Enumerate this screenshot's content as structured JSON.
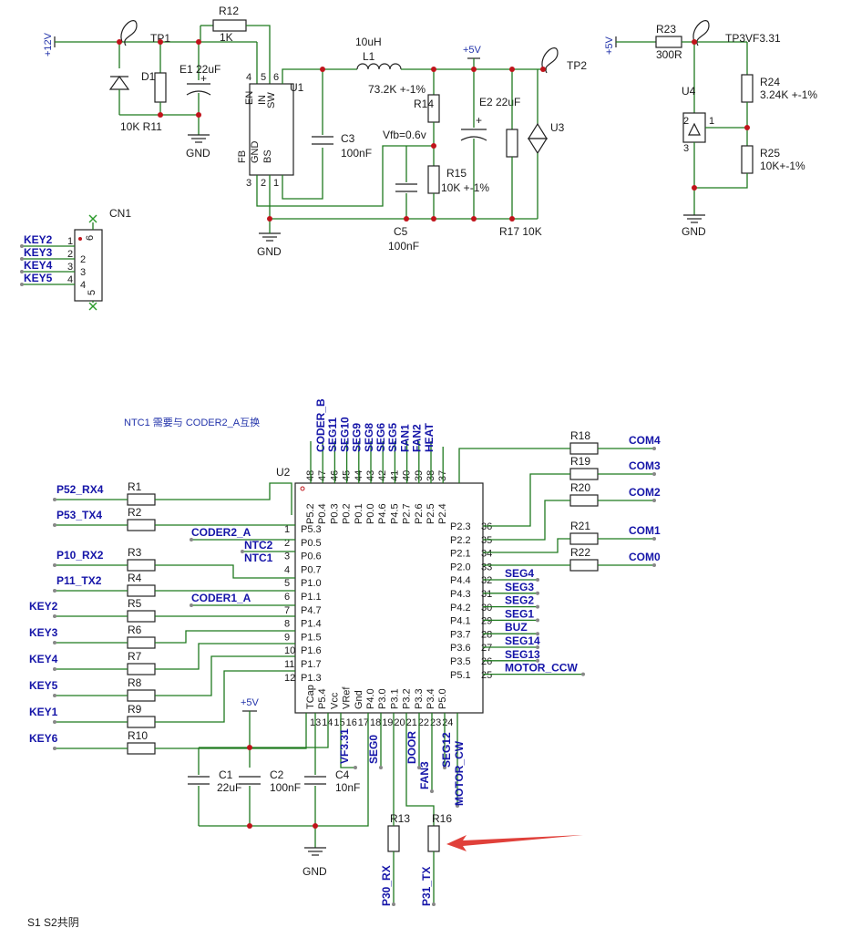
{
  "power": {
    "v12": "+12V",
    "tp1": "TP1",
    "r12": "R12",
    "r12_val": "1K",
    "d1": "D1",
    "r11": "10K R11",
    "e1": "E1 22uF",
    "gnd": "GND",
    "l1_val": "10uH",
    "l1": "L1",
    "l1_freq": "73.2K +-1%",
    "v5": "+5V",
    "tp2": "TP2",
    "u1": "U1",
    "u1_pins": [
      "EN",
      "IN",
      "SW",
      "FB",
      "GND",
      "BS"
    ],
    "u1_pin_nums": [
      "4",
      "5",
      "6",
      "3",
      "2",
      "1"
    ],
    "c3": "C3",
    "c3_val": "100nF",
    "vfb": "Vfb=0.6v",
    "r14": "R14",
    "r15": "R15",
    "r15_val": "10K +-1%",
    "e2": "E2 22uF",
    "u3": "U3",
    "c5": "C5",
    "c5_val": "100nF",
    "r17": "R17 10K"
  },
  "ref": {
    "v5": "+5V",
    "r23": "R23",
    "r23_val": "300R",
    "tp3": "TP3",
    "vf": "VF3.31",
    "u4": "U4",
    "r24": "R24",
    "r24_val": "3.24K +-1%",
    "r25": "R25",
    "r25_val": "10K+-1%",
    "gnd": "GND",
    "pin1": "1",
    "pin2": "2",
    "pin3": "3"
  },
  "connector": {
    "name": "CN1",
    "nets": [
      "KEY2",
      "KEY3",
      "KEY4",
      "KEY5"
    ],
    "pins_left": [
      "1",
      "2",
      "3",
      "4"
    ],
    "pins_inner": [
      "6",
      "2",
      "3",
      "4",
      "5"
    ],
    "top_pin": "6",
    "bottom_pin": "5"
  },
  "mcu": {
    "note": "NTC1 需要与 CODER2_A互换",
    "name": "U2",
    "top_nets": [
      "CODER_B",
      "SEG11",
      "SEG10",
      "SEG9",
      "SEG8",
      "SEG6",
      "SEG5",
      "FAN1",
      "FAN2",
      "HEAT"
    ],
    "top_pins": [
      "P5.2",
      "P0.4",
      "P0.3",
      "P0.2",
      "P0.1",
      "P0.0",
      "P4.6",
      "P4.5",
      "P2.7",
      "P2.6",
      "P2.5",
      "P2.4"
    ],
    "top_nums": [
      "48",
      "47",
      "46",
      "45",
      "44",
      "43",
      "42",
      "41",
      "40",
      "39",
      "38",
      "37"
    ],
    "left_pins": [
      "P5.3",
      "P0.5",
      "P0.6",
      "P0.7",
      "P1.0",
      "P1.1",
      "P4.7",
      "P1.4",
      "P1.5",
      "P1.6",
      "P1.7",
      "P1.3"
    ],
    "left_nums": [
      "1",
      "2",
      "3",
      "4",
      "5",
      "6",
      "7",
      "8",
      "9",
      "10",
      "11",
      "12"
    ],
    "right_pins": [
      "P2.3",
      "P2.2",
      "P2.1",
      "P2.0",
      "P4.4",
      "P4.3",
      "P4.2",
      "P4.1",
      "P3.7",
      "P3.6",
      "P3.5",
      "P5.1"
    ],
    "right_nums": [
      "36",
      "35",
      "34",
      "33",
      "32",
      "31",
      "30",
      "29",
      "28",
      "27",
      "26",
      "25"
    ],
    "bottom_pins": [
      "TCap",
      "P5.4",
      "Vcc",
      "VRef",
      "Gnd",
      "P4.0",
      "P3.0",
      "P3.1",
      "P3.2",
      "P3.3",
      "P3.4",
      "P5.0"
    ],
    "bottom_nums": [
      "13",
      "14",
      "15",
      "16",
      "17",
      "18",
      "19",
      "20",
      "21",
      "22",
      "23",
      "24"
    ],
    "left_nets": [
      "P52_RX4",
      "P53_TX4",
      "CODER2_A",
      "NTC2",
      "NTC1",
      "P10_RX2",
      "P11_TX2",
      "CODER1_A",
      "KEY2",
      "KEY3",
      "KEY4",
      "KEY5",
      "KEY1",
      "KEY6"
    ],
    "left_res": [
      "R1",
      "R2",
      "R3",
      "R4",
      "R5",
      "R6",
      "R7",
      "R8",
      "R9",
      "R10"
    ],
    "right_res": [
      "R18",
      "R19",
      "R20",
      "R21",
      "R22"
    ],
    "com_nets": [
      "COM4",
      "COM3",
      "COM2",
      "COM1",
      "COM0"
    ],
    "right_nets": [
      "SEG4",
      "SEG3",
      "SEG2",
      "SEG1",
      "BUZ",
      "SEG14",
      "SEG13",
      "MOTOR_CCW"
    ],
    "bottom_nets": [
      "VF3.31",
      "SEG0",
      "DOOR",
      "FAN3",
      "SEG12",
      "MOTOR_CW"
    ],
    "v5": "+5V",
    "c1": "C1",
    "c1_val": "22uF",
    "c2": "C2",
    "c2_val": "100nF",
    "c4": "C4",
    "c4_val": "10nF",
    "gnd": "GND",
    "r13": "R13",
    "r16": "R16",
    "p30": "P30_RX",
    "p31": "P31_TX"
  },
  "footer": "S1 S2共阴",
  "colors": {
    "wire": "#1f7a1f",
    "net": "#1515a8",
    "junction": "#c0141b",
    "arrow": "#e0403a"
  }
}
